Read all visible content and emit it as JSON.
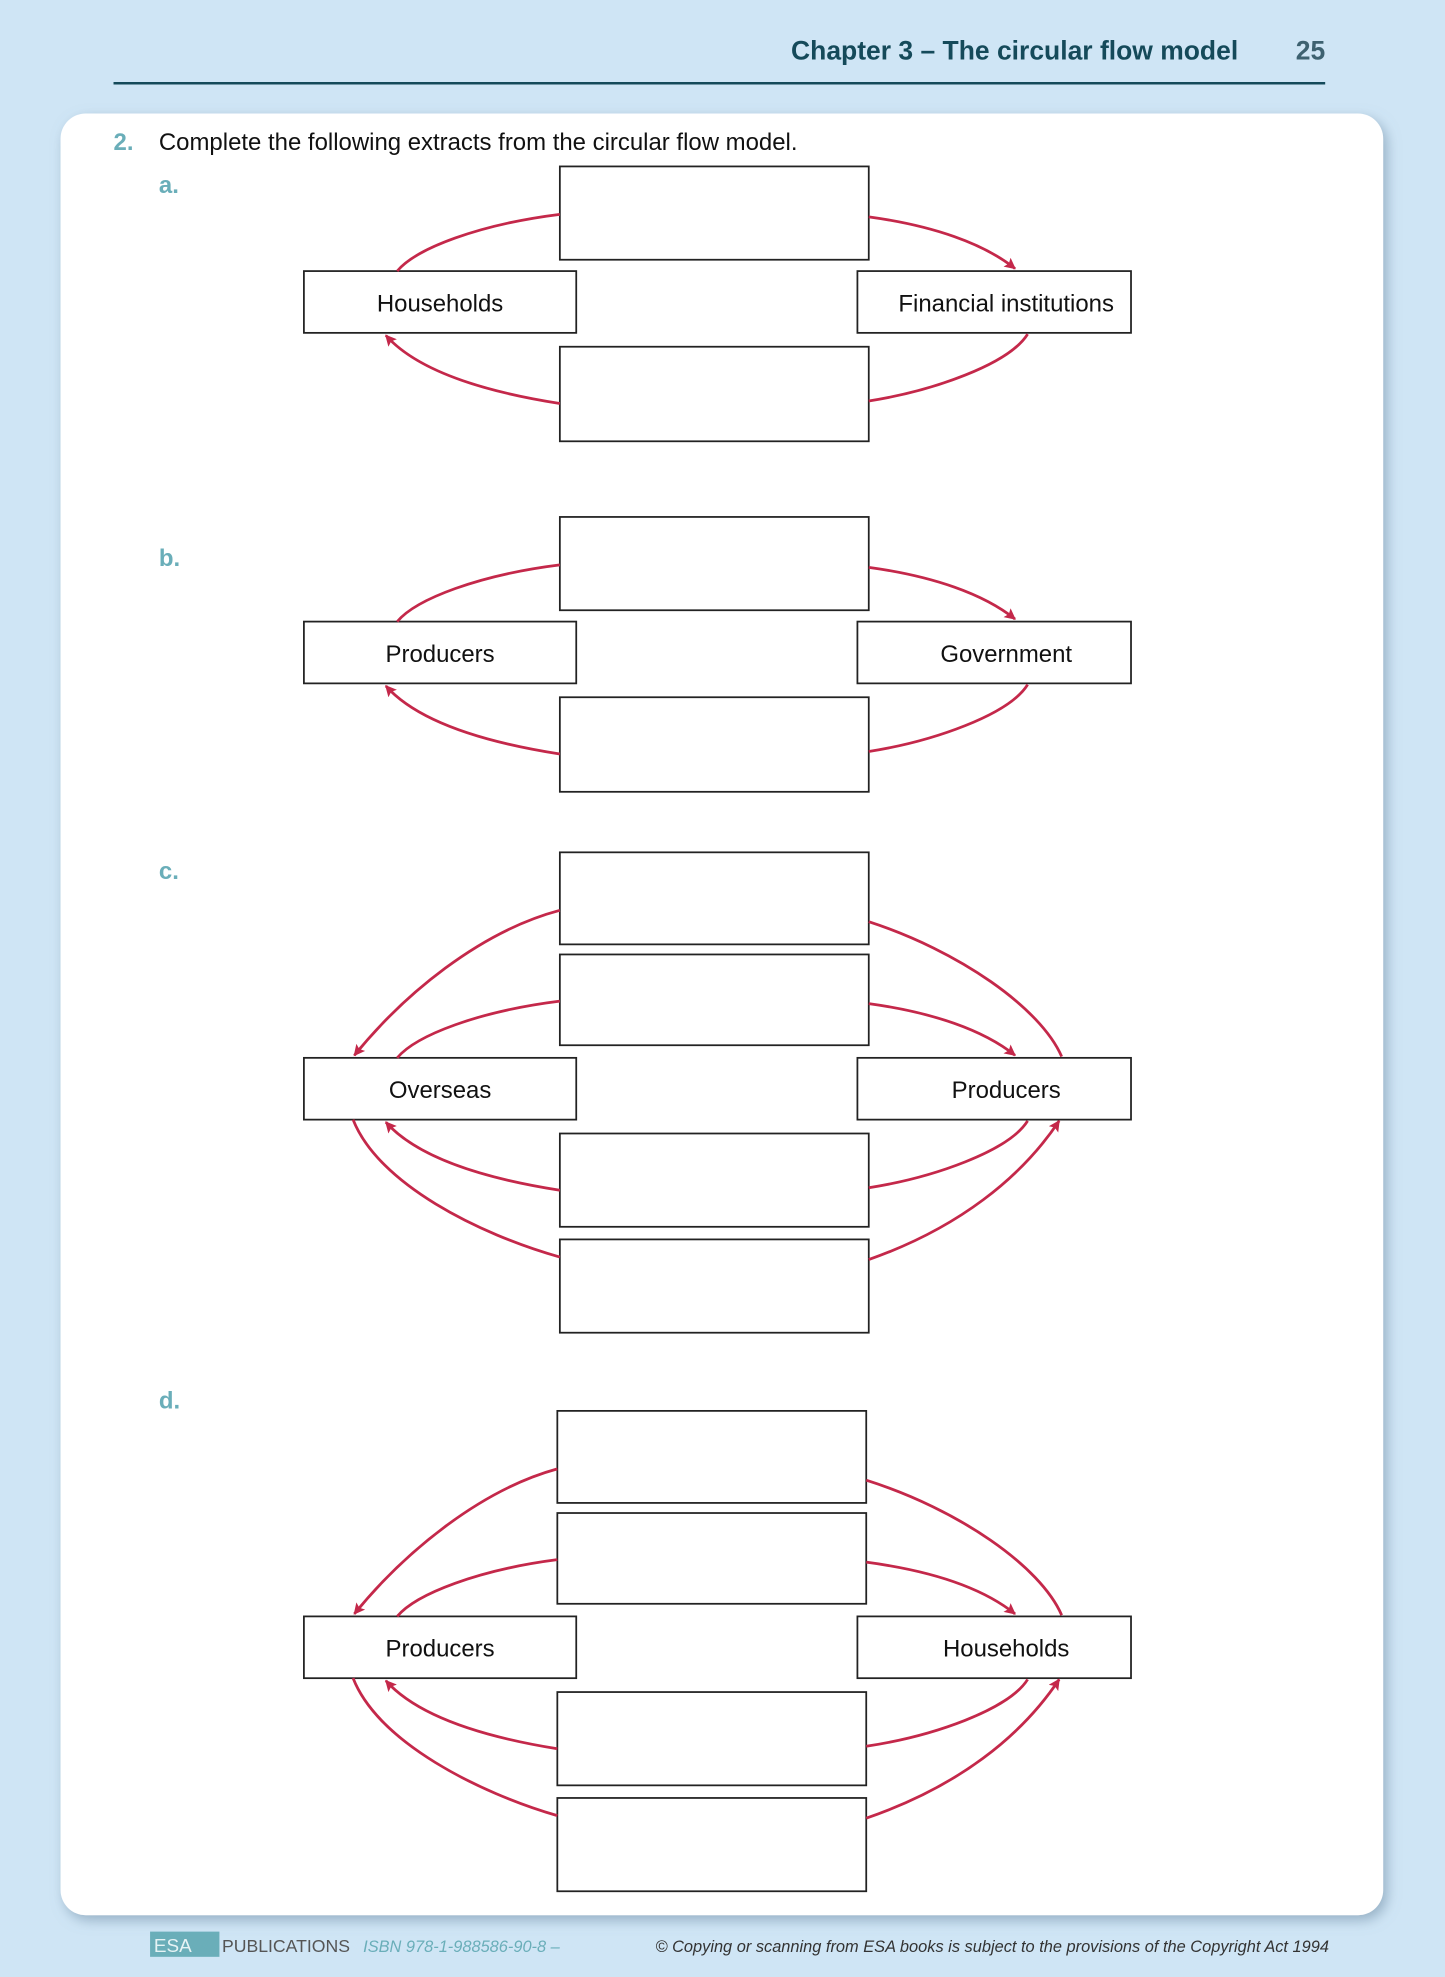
{
  "header": {
    "chapter_title": "Chapter 3 – The circular flow model",
    "page_number": "25"
  },
  "question": {
    "number": "2.",
    "prompt": "Complete the following extracts from the circular flow model."
  },
  "diagrams": [
    {
      "label": "a.",
      "left": "Households",
      "right": "Financial institutions",
      "blank_boxes": 2
    },
    {
      "label": "b.",
      "left": "Producers",
      "right": "Government",
      "blank_boxes": 2
    },
    {
      "label": "c.",
      "left": "Overseas",
      "right": "Producers",
      "blank_boxes": 4
    },
    {
      "label": "d.",
      "left": "Producers",
      "right": "Households",
      "blank_boxes": 4
    }
  ],
  "footer": {
    "logo": "ESA",
    "publisher": "PUBLICATIONS",
    "isbn": "ISBN 978-1-988586-90-8 –",
    "copyright": "© Copying or scanning from ESA books is subject to the provisions of the Copyright Act 1994"
  },
  "colors": {
    "background": "#cfe5f5",
    "heading": "#154a5a",
    "accent": "#6aaeb9",
    "arrow": "#c4284a"
  }
}
